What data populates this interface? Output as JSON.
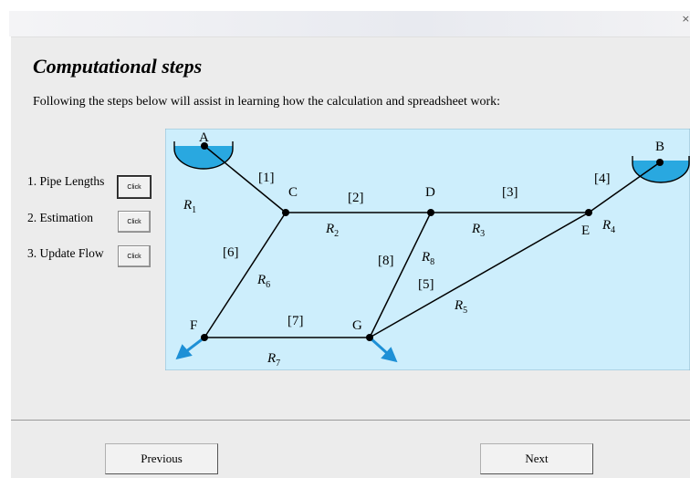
{
  "window": {
    "close_glyph": "×"
  },
  "heading": "Computational steps",
  "subtext": "Following the steps below will assist in learning how the calculation and spreadsheet work:",
  "steps": [
    {
      "label": "1. Pipe Lengths",
      "button": "Click"
    },
    {
      "label": "2. Estimation",
      "button": "Click"
    },
    {
      "label": "3. Update Flow",
      "button": "Click"
    }
  ],
  "diagram": {
    "background": "#cdeefc",
    "nodes": {
      "A": "A",
      "B": "B",
      "C": "C",
      "D": "D",
      "E": "E",
      "F": "F",
      "G": "G"
    },
    "pipes": {
      "p1": "[1]",
      "p2": "[2]",
      "p3": "[3]",
      "p4": "[4]",
      "p5": "[5]",
      "p6": "[6]",
      "p7": "[7]",
      "p8": "[8]"
    },
    "resistances": {
      "R1": {
        "base": "R",
        "sub": "1"
      },
      "R2": {
        "base": "R",
        "sub": "2"
      },
      "R3": {
        "base": "R",
        "sub": "3"
      },
      "R4": {
        "base": "R",
        "sub": "4"
      },
      "R5": {
        "base": "R",
        "sub": "5"
      },
      "R6": {
        "base": "R",
        "sub": "6"
      },
      "R7": {
        "base": "R",
        "sub": "7"
      },
      "R8": {
        "base": "R",
        "sub": "8"
      }
    },
    "colors": {
      "water": "#29a8e0",
      "arrow": "#1e90d6",
      "line": "#000000"
    }
  },
  "nav": {
    "previous": "Previous",
    "next": "Next"
  }
}
